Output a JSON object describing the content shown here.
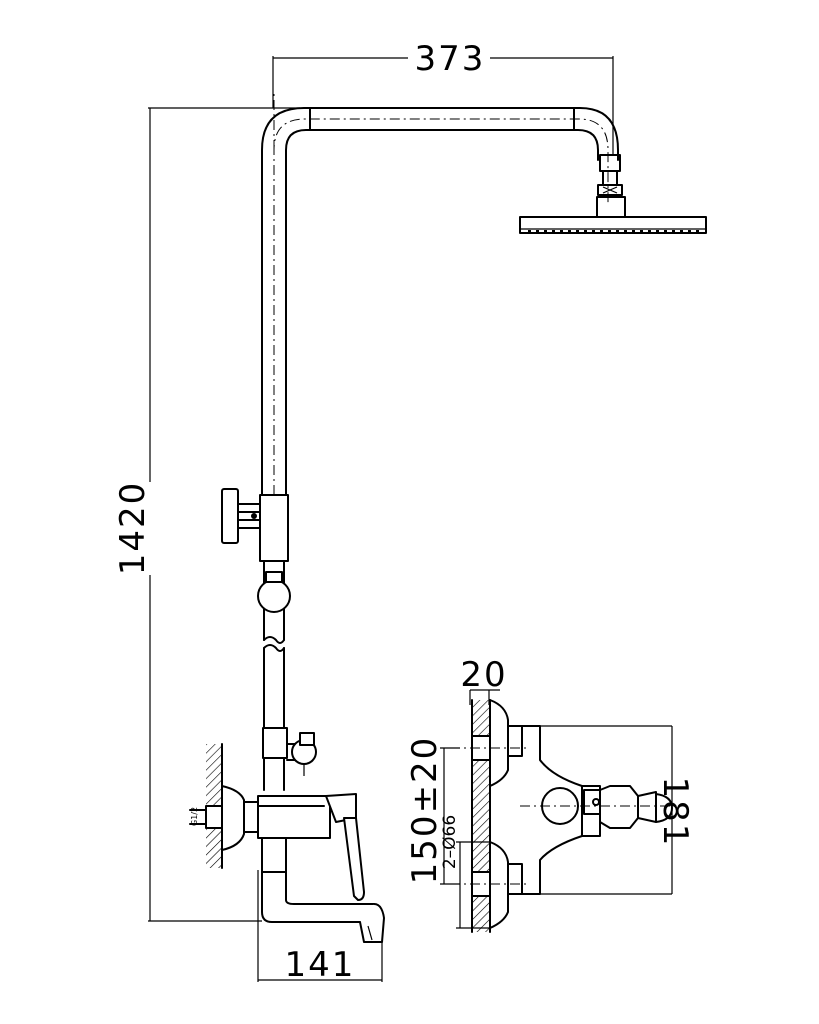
{
  "dimensions": {
    "top_width": "373",
    "total_height": "1420",
    "spout_reach": "141",
    "wall_offset": "20",
    "inlet_spacing": "150±20",
    "flange_diameter": "2–Ø66",
    "body_depth": "181"
  },
  "labels": {
    "inlet_thread": "G1/2"
  }
}
